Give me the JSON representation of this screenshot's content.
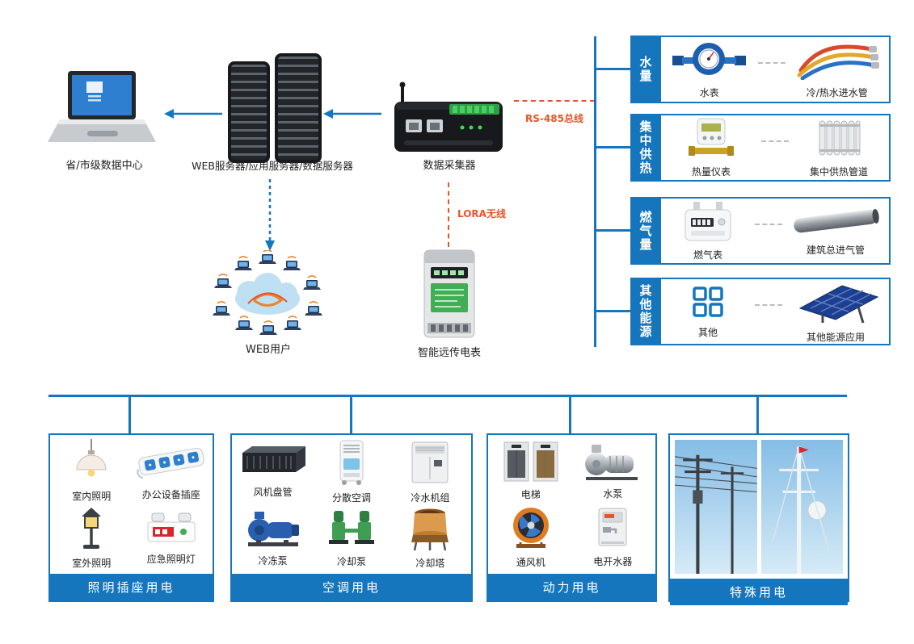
{
  "top": {
    "datacenter": {
      "label": "省/市级数据中心",
      "icon": "laptop"
    },
    "servers": {
      "label": "WEB服务器/应用服务器/数据服务器",
      "icon": "server-racks"
    },
    "collector": {
      "label": "数据采集器",
      "icon": "data-collector"
    },
    "rs485_label": "RS-485总线",
    "lora_label": "LORA无线",
    "web_users": {
      "label": "WEB用户",
      "icon": "cloud-users"
    },
    "smart_meter": {
      "label": "智能远传电表",
      "icon": "smart-meter"
    }
  },
  "right_panel": {
    "groups": [
      {
        "tab": "水量",
        "item1": {
          "label": "水表",
          "icon": "water-meter"
        },
        "item2": {
          "label": "冷/热水进水管",
          "icon": "water-hoses"
        }
      },
      {
        "tab": "集中供热",
        "item1": {
          "label": "热量仪表",
          "icon": "heat-meter"
        },
        "item2": {
          "label": "集中供热管道",
          "icon": "radiator"
        }
      },
      {
        "tab": "燃气量",
        "item1": {
          "label": "燃气表",
          "icon": "gas-meter"
        },
        "item2": {
          "label": "建筑总进气管",
          "icon": "gas-pipe"
        }
      },
      {
        "tab": "其他能源",
        "item1": {
          "label": "其他",
          "icon": "four-squares"
        },
        "item2": {
          "label": "其他能源应用",
          "icon": "solar-panel"
        }
      }
    ]
  },
  "bottom": {
    "boxes": [
      {
        "title": "照明插座用电",
        "items": [
          {
            "label": "室内照明",
            "icon": "pendant-lamp"
          },
          {
            "label": "办公设备插座",
            "icon": "power-strip"
          },
          {
            "label": "室外照明",
            "icon": "outdoor-lamp"
          },
          {
            "label": "应急照明灯",
            "icon": "emergency-light"
          }
        ]
      },
      {
        "title": "空调用电",
        "items": [
          {
            "label": "风机盘管",
            "icon": "fan-coil"
          },
          {
            "label": "分散空调",
            "icon": "portable-ac"
          },
          {
            "label": "冷水机组",
            "icon": "chiller"
          },
          {
            "label": "冷冻泵",
            "icon": "freezer-pump"
          },
          {
            "label": "冷却泵",
            "icon": "cooling-pump"
          },
          {
            "label": "冷却塔",
            "icon": "cooling-tower"
          }
        ]
      },
      {
        "title": "动力用电",
        "items": [
          {
            "label": "电梯",
            "icon": "elevator"
          },
          {
            "label": "水泵",
            "icon": "water-pump"
          },
          {
            "label": "通风机",
            "icon": "ventilation-fan"
          },
          {
            "label": "电开水器",
            "icon": "water-heater"
          }
        ]
      },
      {
        "title": "特殊用电",
        "items": [
          {
            "label": "",
            "icon": "power-lines-photo"
          },
          {
            "label": "",
            "icon": "mast-photo"
          }
        ]
      }
    ]
  },
  "colors": {
    "blue": "#1576bd",
    "orange": "#e8542a"
  }
}
